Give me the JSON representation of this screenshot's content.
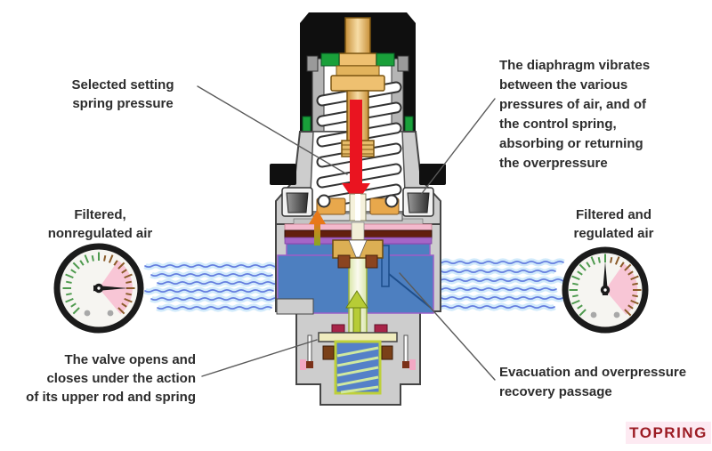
{
  "annotations": {
    "setting_spring": "Selected setting\nspring pressure",
    "diaphragm": "The diaphragm vibrates\nbetween the various\npressures of air, and of\nthe control spring,\nabsorbing or returning\nthe overpressure",
    "inlet": "Filtered,\nnonregulated air",
    "outlet": "Filtered and\nregulated air",
    "valve": "The valve opens and\ncloses under the action\nof its upper rod and spring",
    "evacuation": "Evacuation and overpressure\nrecovery passage"
  },
  "brand": {
    "name": "TOPRING",
    "color": "#9c1c24",
    "background": "#fdeaf2"
  },
  "gauges": {
    "left": {
      "needle_angle_deg": 90,
      "reading": "high"
    },
    "right": {
      "needle_angle_deg": 0,
      "reading": "regulated"
    }
  },
  "arrows": {
    "spring_force": {
      "direction": "down",
      "color": "#ea1420"
    },
    "diaphragm_feedback": {
      "direction": "up",
      "color": "#e87818"
    },
    "valve_rod": {
      "direction": "up",
      "color": "#a8c030"
    }
  },
  "colors": {
    "body_gray": "#cdcdcd",
    "chamber_blue": "#4d7fc0",
    "chamber_trim_purple": "#9a5ec8",
    "diaphragm_maroon": "#621f0e",
    "diaphragm_pink": "#f3b9cd",
    "brass": "#eec070",
    "seal_green": "#19a03a",
    "air_stream_blue": "#4a63d8",
    "valve_spring_trim": "#b8cc30"
  }
}
